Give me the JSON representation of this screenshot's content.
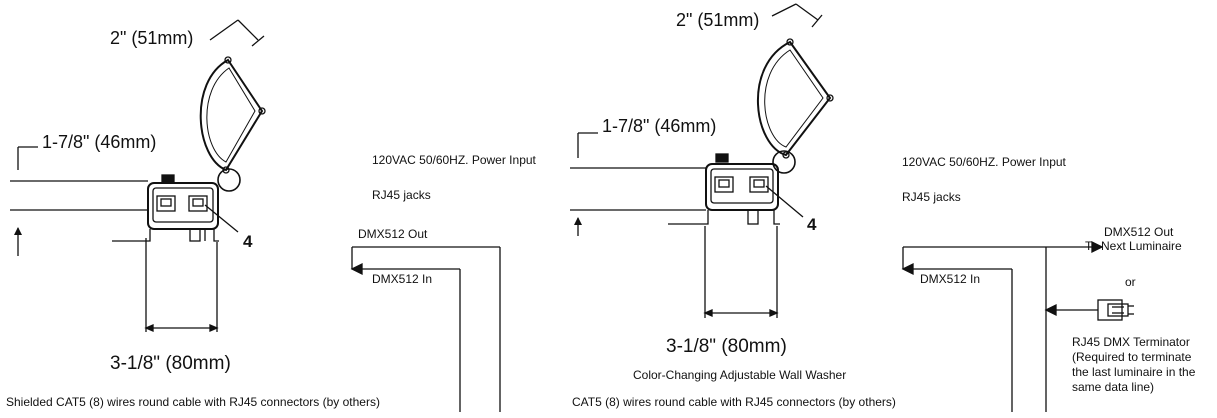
{
  "left": {
    "dim_top": "2\" (51mm)",
    "dim_side": "1-7/8\" (46mm)",
    "callout": "4",
    "dim_width": "3-1/8\" (80mm)",
    "power_input": "120VAC 50/60HZ. Power Input",
    "rj45": "RJ45 jacks",
    "dmx_out": "DMX512 Out",
    "dmx_in": "DMX512 In",
    "cable": "Shielded CAT5 (8) wires round cable with RJ45 connectors (by others)"
  },
  "right": {
    "dim_top": "2\" (51mm)",
    "dim_side": "1-7/8\" (46mm)",
    "callout": "4",
    "dim_width": "3-1/8\" (80mm)",
    "product": "Color-Changing Adjustable Wall Washer",
    "power_input": "120VAC 50/60HZ. Power Input",
    "rj45": "RJ45 jacks",
    "dmx_out_line1": "DMX512 Out",
    "dmx_out_line2": "To Next Luminaire",
    "or": "or",
    "dmx_in": "DMX512 In",
    "cable": "CAT5 (8) wires round cable with RJ45 connectors (by others)",
    "terminator_line1": "RJ45 DMX Terminator",
    "terminator_line2": "(Required to terminate",
    "terminator_line3": "the last luminaire in the",
    "terminator_line4": "same data line)"
  }
}
